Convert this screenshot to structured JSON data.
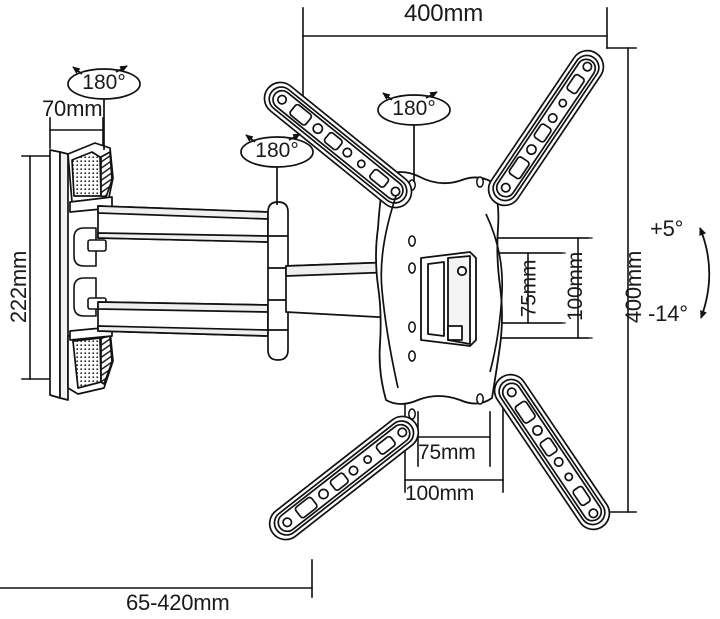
{
  "diagram": {
    "title": "Full-motion TV wall mount technical dimension drawing",
    "stroke_color": "#111111",
    "background_color": "#ffffff",
    "fill_color": "#ffffff",
    "hatch_color": "#222222"
  },
  "dimensions": {
    "top_width": {
      "label": "400mm",
      "orientation": "horizontal",
      "position": "top"
    },
    "right_height": {
      "label": "400mm",
      "orientation": "vertical",
      "position": "right"
    },
    "left_height": {
      "label": "222mm",
      "orientation": "vertical",
      "position": "left"
    },
    "wall_plate_depth": {
      "label": "70mm",
      "orientation": "horizontal",
      "position": "top-left"
    },
    "extension_range": {
      "label": "65-420mm",
      "orientation": "horizontal",
      "position": "bottom"
    },
    "vesa_vertical_small": {
      "label": "75mm",
      "orientation": "vertical",
      "position": "center-right"
    },
    "vesa_vertical_large": {
      "label": "100mm",
      "orientation": "vertical",
      "position": "center-right"
    },
    "vesa_horizontal_small": {
      "label": "75mm",
      "orientation": "horizontal",
      "position": "bottom-center"
    },
    "vesa_horizontal_large": {
      "label": "100mm",
      "orientation": "horizontal",
      "position": "bottom-center"
    }
  },
  "rotation_markers": [
    {
      "id": "wall-plate-swivel",
      "label": "180°"
    },
    {
      "id": "mid-arm-swivel",
      "label": "180°"
    },
    {
      "id": "head-swivel",
      "label": "180°"
    }
  ],
  "tilt": {
    "up_label": "+5°",
    "down_label": "-14°"
  }
}
